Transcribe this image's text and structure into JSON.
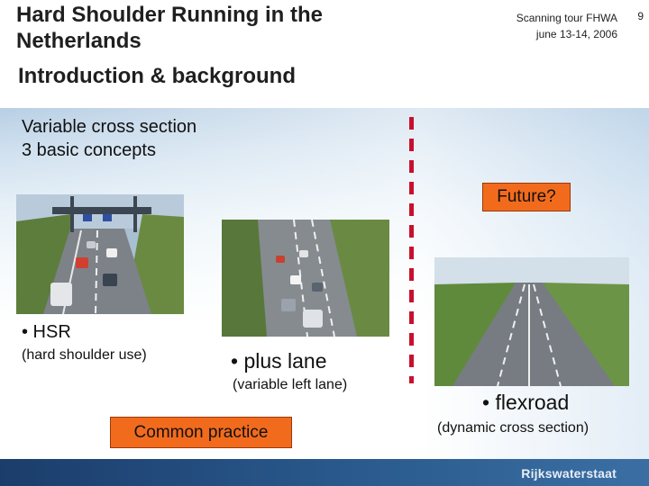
{
  "header": {
    "title_line1": "Hard Shoulder Running in the",
    "title_line2": "Netherlands",
    "meta_line1": "Scanning tour FHWA",
    "meta_line2": "june 13-14, 2006",
    "page_number": "9"
  },
  "subtitle": "Introduction & background",
  "concepts": {
    "line1": "Variable cross section",
    "line2": "3 basic concepts"
  },
  "future_badge": "Future?",
  "hsr": {
    "label": "• HSR",
    "desc": "(hard shoulder use)"
  },
  "plus_lane": {
    "label": "• plus lane",
    "desc": "(variable left lane)"
  },
  "flexroad": {
    "label": "• flexroad",
    "desc": "(dynamic cross section)"
  },
  "common_practice_badge": "Common practice",
  "footer": {
    "brand": "Rijkswaterstaat"
  },
  "colors": {
    "accent_orange": "#f26b1d",
    "divider_red": "#c8102e",
    "footer_blue": "#1b3d6b"
  }
}
